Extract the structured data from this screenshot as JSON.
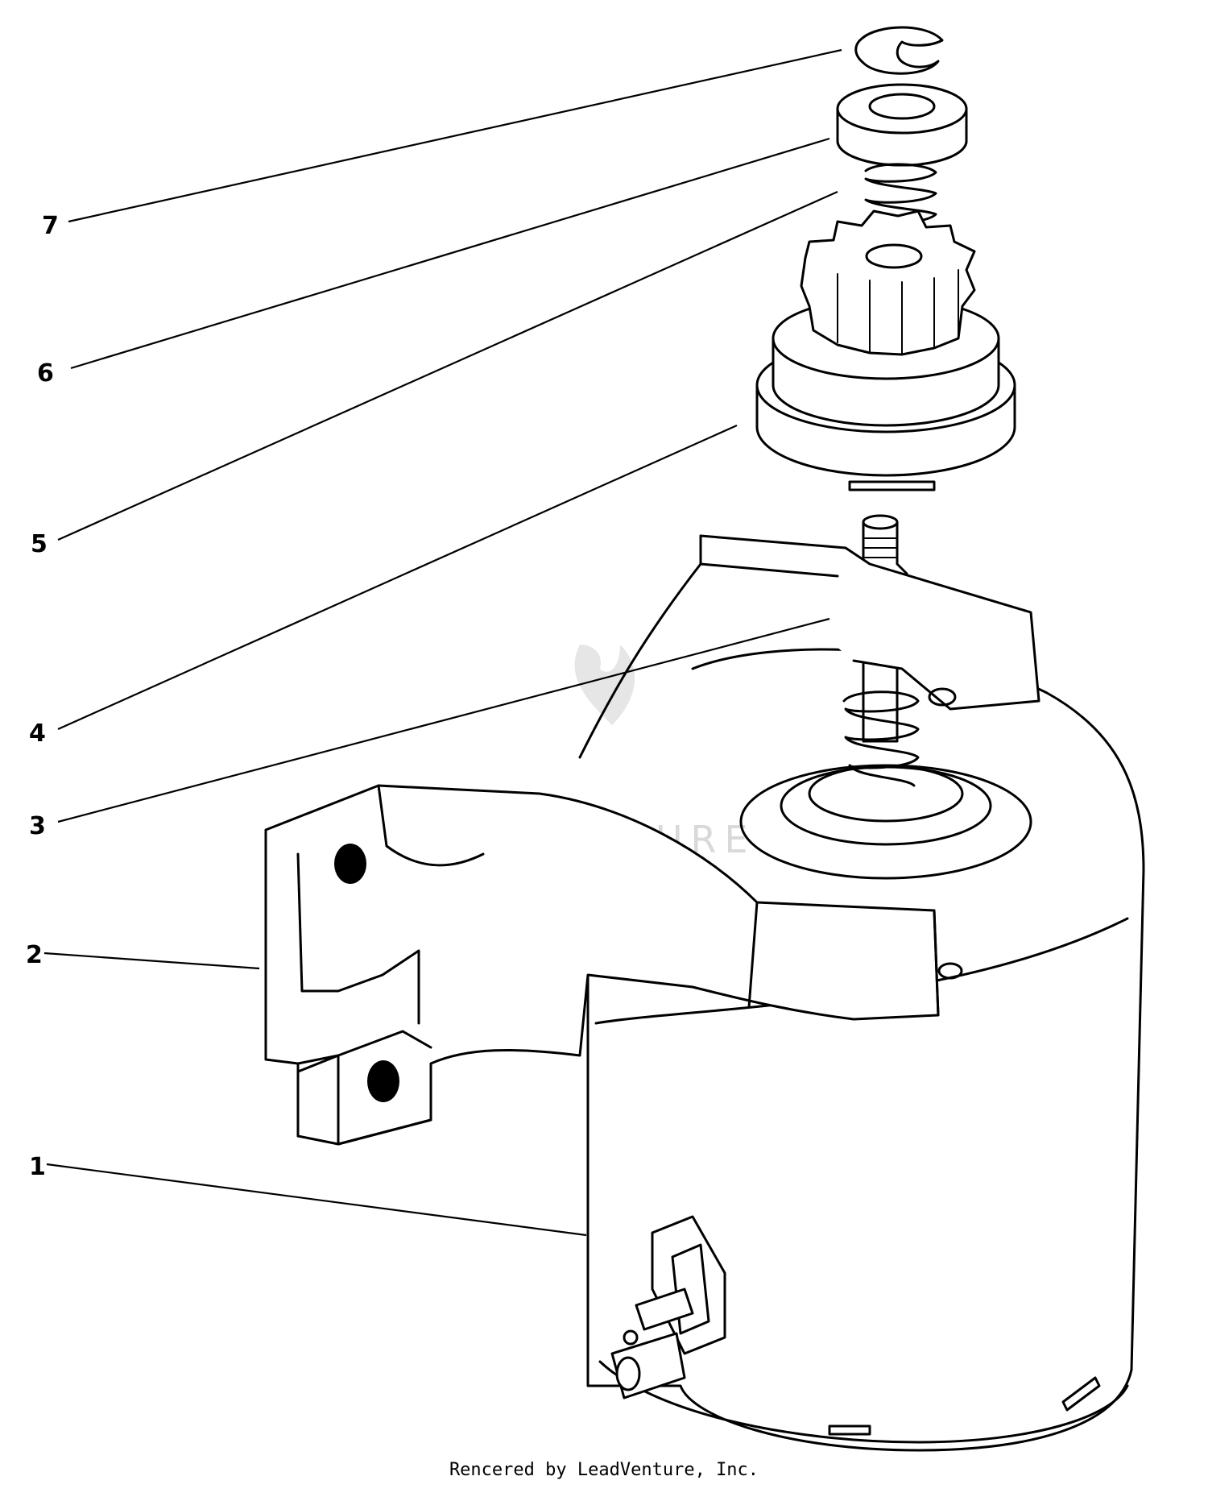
{
  "callouts": [
    {
      "label": "7"
    },
    {
      "label": "6"
    },
    {
      "label": "5"
    },
    {
      "label": "4"
    },
    {
      "label": "3"
    },
    {
      "label": "2"
    },
    {
      "label": "1"
    }
  ],
  "watermark": "LEADVENTURE",
  "credit": "Rencered by LeadVenture, Inc."
}
